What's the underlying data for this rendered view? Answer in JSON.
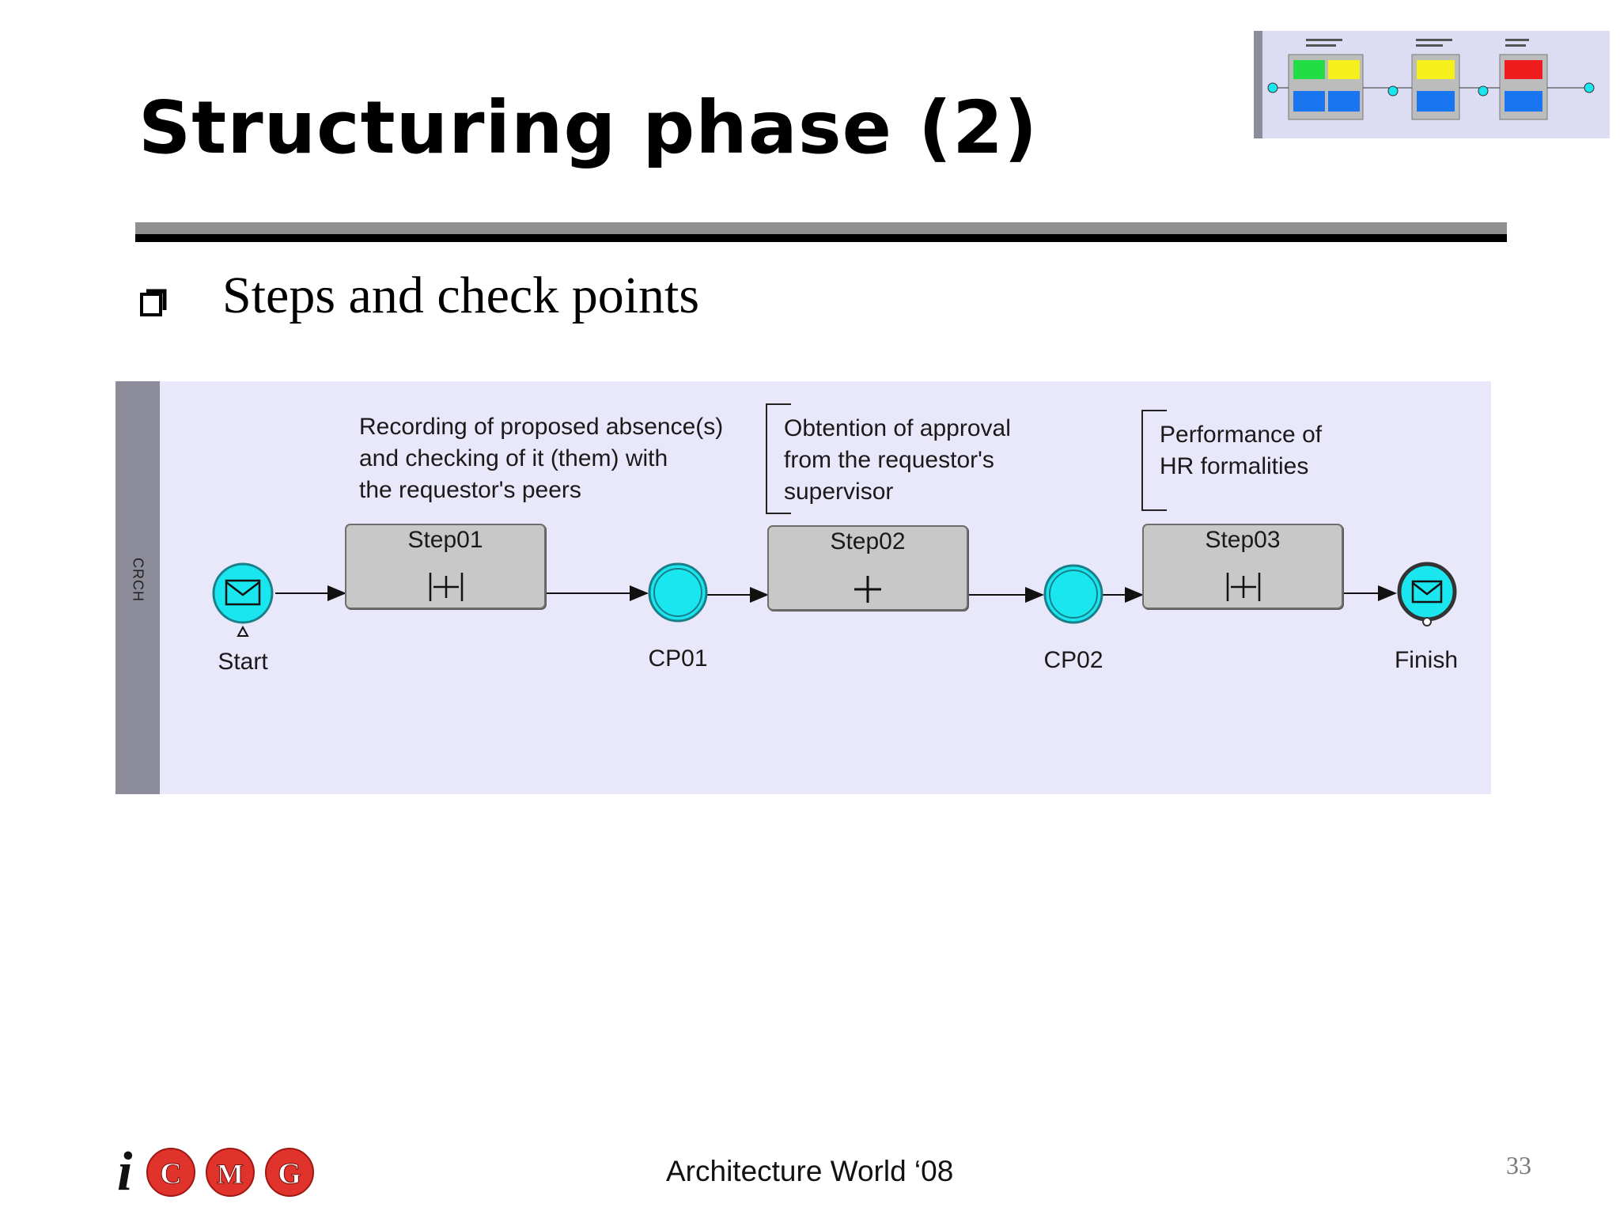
{
  "slide": {
    "title": "Structuring phase (2)",
    "bullet": "Steps and check points",
    "footer": "Architecture World ‘08",
    "page_number": "33"
  },
  "diagram": {
    "lane_label": "CRCH",
    "annotations": [
      "Recording of proposed absence(s)\nand checking of it (them) with\nthe requestor's peers",
      "Obtention of approval\nfrom the requestor's\nsupervisor",
      "Performance of\nHR formalities"
    ],
    "tasks": [
      "Step01",
      "Step02",
      "Step03"
    ],
    "events": {
      "start": "Start",
      "checkpoint_1": "CP01",
      "checkpoint_2": "CP02",
      "finish": "Finish"
    },
    "colors": {
      "lane_background": "#e8e8fa",
      "lane_bar": "#8c8c9a",
      "event_fill": "#19e6ef",
      "task_fill": "#c8c8c8"
    }
  },
  "logo": {
    "letters": [
      "i",
      "C",
      "M",
      "G"
    ],
    "color": "#e0332b"
  }
}
